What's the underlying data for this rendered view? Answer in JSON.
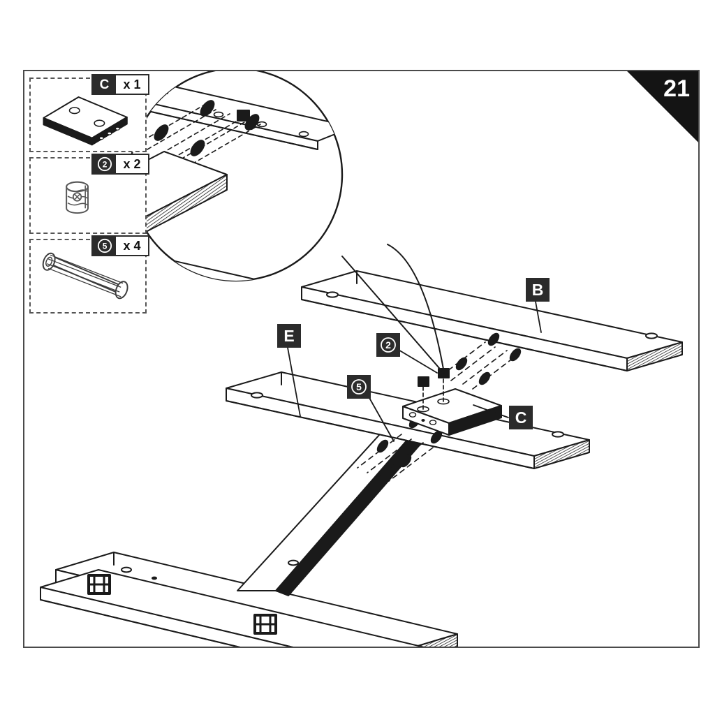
{
  "page": {
    "background_color": "#ffffff",
    "frame_border_color": "#4a4a4a",
    "ink_color": "#1a1a1a"
  },
  "step": {
    "number": "21",
    "corner_color": "#141414",
    "number_color": "#ffffff"
  },
  "parts_legend": {
    "items": [
      {
        "symbol": "C",
        "symbol_kind": "letter",
        "count_label": "x 1",
        "icon_name": "metal-plate-bracket-icon",
        "description": "flat rectangular connector plate with two holes"
      },
      {
        "symbol": "2",
        "symbol_kind": "circled-number",
        "count_label": "x 2",
        "icon_name": "cam-lock-disc-icon",
        "description": "cylindrical cam lock fitting"
      },
      {
        "symbol": "5",
        "symbol_kind": "circled-number",
        "count_label": "x 4",
        "icon_name": "wooden-dowel-pin-icon",
        "description": "fluted wooden dowel pin"
      }
    ]
  },
  "callouts": [
    {
      "label": "B",
      "kind": "letter",
      "name": "callout-b",
      "target": "upper-rail"
    },
    {
      "label": "E",
      "kind": "letter",
      "name": "callout-e",
      "target": "lower-rail"
    },
    {
      "label": "C",
      "kind": "letter",
      "name": "callout-c",
      "target": "connector-plate"
    },
    {
      "label": "2",
      "kind": "circled-number",
      "name": "callout-2",
      "target": "cam-lock-bolt"
    },
    {
      "label": "5",
      "kind": "circled-number",
      "name": "callout-5",
      "target": "dowel-pin"
    }
  ],
  "detail_view": {
    "name": "magnified-detail-circle",
    "description": "magnifier circle showing connector plate C joined to rail B with two cam bolts and four dowels"
  },
  "assembly": {
    "name": "t-frame-leg-assembly",
    "parts_shown": [
      "rail-B",
      "rail-E",
      "connector-plate-C",
      "diagonal-leg",
      "base-rail-pair"
    ],
    "bracket_clip_count": 3
  }
}
